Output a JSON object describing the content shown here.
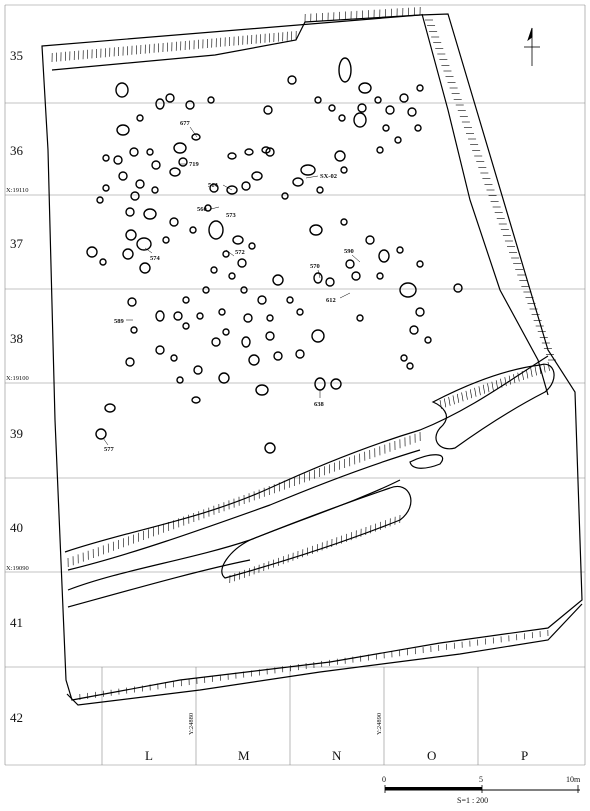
{
  "rows": [
    "35",
    "36",
    "37",
    "38",
    "39",
    "40",
    "41",
    "42"
  ],
  "columns": [
    "L",
    "M",
    "N",
    "O",
    "P"
  ],
  "x_coords": [
    "X:19110",
    "X:19100",
    "X:19090"
  ],
  "y_coords": [
    "Y:24880",
    "Y:24890"
  ],
  "feature_labels": [
    "677",
    "719",
    "514",
    "560",
    "573",
    "572",
    "574",
    "SX-02",
    "570",
    "590",
    "612",
    "589",
    "638",
    "577"
  ],
  "scale_bar": {
    "ticks": [
      "0",
      "5",
      "10m"
    ],
    "ratio": "S=1 : 200"
  },
  "north_arrow": "north-arrow-icon"
}
